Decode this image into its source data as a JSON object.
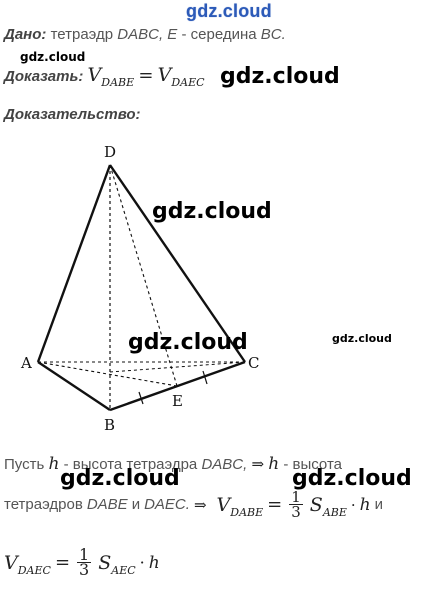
{
  "watermark_top": "gdz.cloud",
  "watermark": "gdz.cloud",
  "given": {
    "label": "Дано:",
    "text_a": "тетраэдр",
    "tetra": "DABC,",
    "point": "E",
    "text_b": "- середина",
    "edge": "BC."
  },
  "prove": {
    "label": "Доказать:",
    "v": "V",
    "sub1": "DABE",
    "eq": "=",
    "sub2": "DAEC"
  },
  "proof_label": "Доказательство:",
  "figure": {
    "vertices": {
      "D": "D",
      "A": "A",
      "B": "B",
      "C": "C",
      "E": "E"
    }
  },
  "line1": {
    "t1": "Пусть",
    "h": "h",
    "t2": "- высота тетраэдра",
    "tetra": "DABC,",
    "arrow": "⇒",
    "h2": "h",
    "t3": "- высота"
  },
  "line2": {
    "t1": "тетраэдров",
    "a": "DABE",
    "and": "и",
    "b": "DAEC.",
    "arrow": "⇒",
    "v": "V",
    "vsub": "DABE",
    "eq": "=",
    "num": "1",
    "den": "3",
    "s": "S",
    "ssub": "ABE",
    "dot": "·",
    "h": "h",
    "tail": "и"
  },
  "line3": {
    "v": "V",
    "vsub": "DAEC",
    "eq": "=",
    "num": "1",
    "den": "3",
    "s": "S",
    "ssub": "AEC",
    "dot": "·",
    "h": "h"
  }
}
